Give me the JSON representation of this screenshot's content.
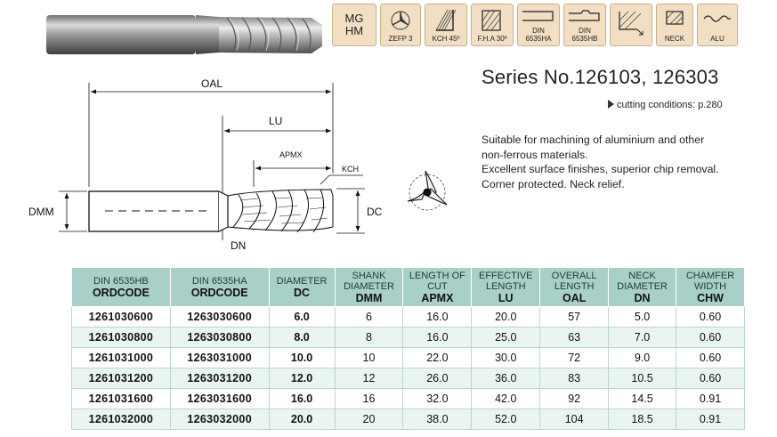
{
  "icons": [
    {
      "name": "mg-hm",
      "line1": "MG",
      "line2": "HM"
    },
    {
      "name": "zefp-icon",
      "caption": "ZEFP 3"
    },
    {
      "name": "kch-icon",
      "caption": "KCH 45º"
    },
    {
      "name": "fha-icon",
      "caption": "F.H.A 30º"
    },
    {
      "name": "din6535ha-icon",
      "caption_line1": "DIN",
      "caption_line2": "6535HA"
    },
    {
      "name": "din6535hb-icon",
      "caption_line1": "DIN",
      "caption_line2": "6535HB"
    },
    {
      "name": "corner-icon",
      "caption": ""
    },
    {
      "name": "neck-icon",
      "caption": "NECK"
    },
    {
      "name": "alu-icon",
      "caption": "ALU"
    }
  ],
  "series_title": "Series No.126103, 126303",
  "cutting_conditions": "cutting conditions: p.280",
  "description": [
    "Suitable for machining of aluminium and other",
    "non-ferrous materials.",
    "Excellent surface finishes, superior chip removal.",
    "Corner protected. Neck relief."
  ],
  "drawing_labels": {
    "oal": "OAL",
    "lu": "LU",
    "apmx": "APMX",
    "kch": "KCH",
    "dmm": "DMM",
    "dc": "DC",
    "dn": "DN"
  },
  "table": {
    "headers": [
      {
        "top": "DIN 6535HB",
        "bottom": "ORDCODE"
      },
      {
        "top": "DIN 6535HA",
        "bottom": "ORDCODE"
      },
      {
        "top": "DIAMETER",
        "bottom": "DC"
      },
      {
        "top": "SHANK DIAMETER",
        "bottom": "DMM"
      },
      {
        "top": "LENGTH OF CUT",
        "bottom": "APMX"
      },
      {
        "top": "EFFECTIVE LENGTH",
        "bottom": "LU"
      },
      {
        "top": "OVERALL LENGTH",
        "bottom": "OAL"
      },
      {
        "top": "NECK DIAMETER",
        "bottom": "DN"
      },
      {
        "top": "CHAMFER WIDTH",
        "bottom": "CHW"
      }
    ],
    "rows": [
      [
        "1261030600",
        "1263030600",
        "6.0",
        "6",
        "16.0",
        "20.0",
        "57",
        "5.0",
        "0.60"
      ],
      [
        "1261030800",
        "1263030800",
        "8.0",
        "8",
        "16.0",
        "25.0",
        "63",
        "7.0",
        "0.60"
      ],
      [
        "1261031000",
        "1263031000",
        "10.0",
        "10",
        "22.0",
        "30.0",
        "72",
        "9.0",
        "0.60"
      ],
      [
        "1261031200",
        "1263031200",
        "12.0",
        "12",
        "26.0",
        "36.0",
        "83",
        "10.5",
        "0.60"
      ],
      [
        "1261031600",
        "1263031600",
        "16.0",
        "16",
        "32.0",
        "42.0",
        "92",
        "14.5",
        "0.91"
      ],
      [
        "1261032000",
        "1263032000",
        "20.0",
        "20",
        "38.0",
        "52.0",
        "104",
        "18.5",
        "0.91"
      ]
    ]
  }
}
